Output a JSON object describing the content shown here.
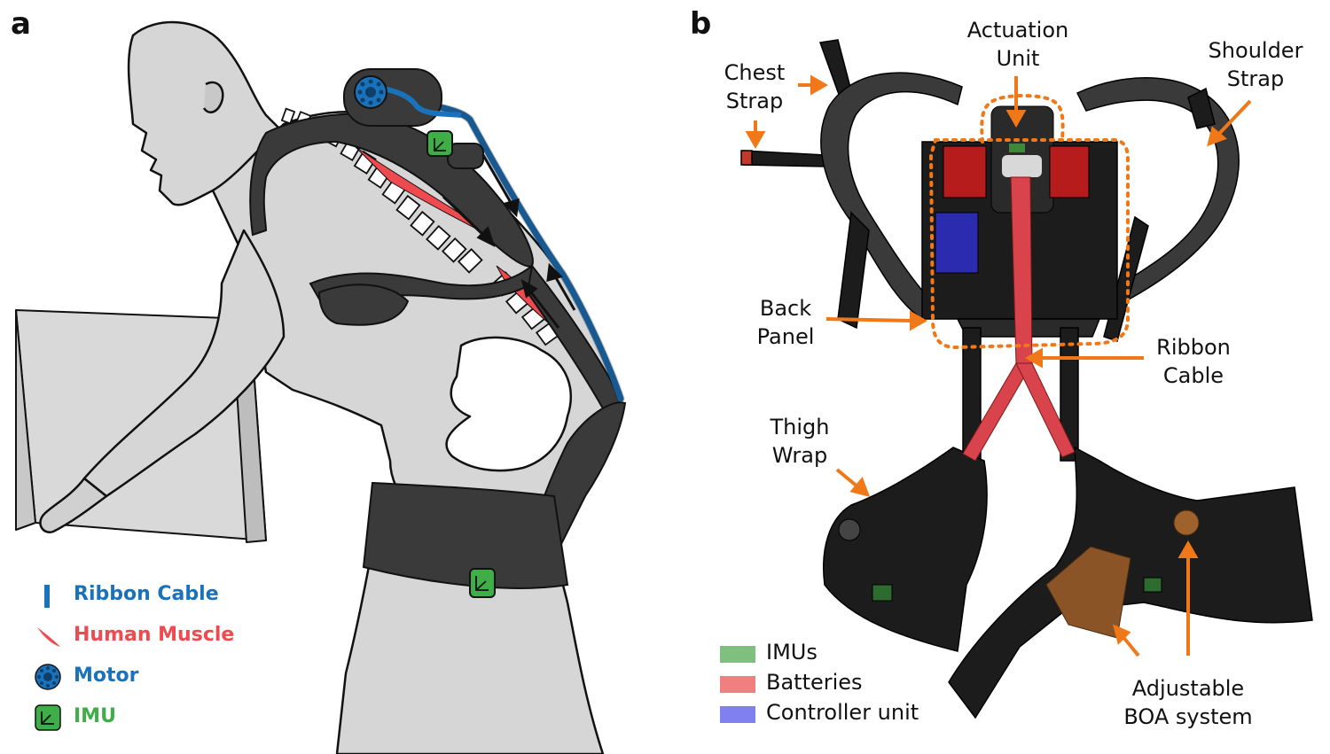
{
  "panel_a": {
    "letter": "a",
    "legend": [
      {
        "label": "Ribbon Cable",
        "color": "#1a72bb",
        "icon": "ribbon-cable-icon"
      },
      {
        "label": "Human Muscle",
        "color": "#ef4a4f",
        "icon": "human-muscle-icon"
      },
      {
        "label": "Motor",
        "color": "#1a72bb",
        "icon": "motor-icon"
      },
      {
        "label": "IMU",
        "color": "#3fae49",
        "icon": "imu-icon"
      }
    ]
  },
  "panel_b": {
    "letter": "b",
    "callouts": {
      "chest_strap": [
        "Chest",
        "Strap"
      ],
      "actuation_unit": [
        "Actuation",
        "Unit"
      ],
      "shoulder_strap": [
        "Shoulder",
        "Strap"
      ],
      "back_panel": [
        "Back",
        "Panel"
      ],
      "ribbon_cable": [
        "Ribbon",
        "Cable"
      ],
      "thigh_wrap": [
        "Thigh",
        "Wrap"
      ],
      "boa_system": [
        "Adjustable",
        "BOA system"
      ]
    },
    "legend": [
      {
        "label": "IMUs",
        "color": "#7fbf7f"
      },
      {
        "label": "Batteries",
        "color": "#f08080"
      },
      {
        "label": "Controller unit",
        "color": "#8080f0"
      }
    ],
    "arrow_color": "#f07818"
  }
}
